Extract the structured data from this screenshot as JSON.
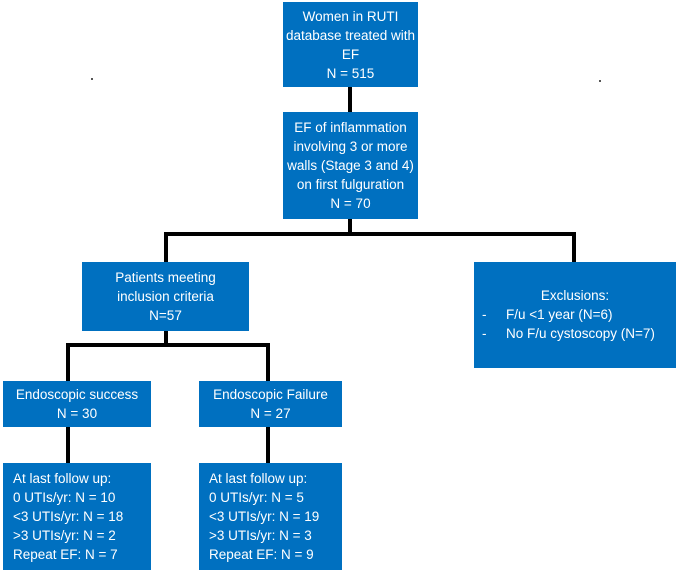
{
  "boxes": {
    "top": {
      "lines": [
        "Women in RUTI",
        "database treated with",
        "EF",
        "N = 515"
      ]
    },
    "stage": {
      "lines": [
        "EF of inflammation",
        "involving 3 or more",
        "walls (Stage 3 and 4)",
        "on first fulguration",
        "N = 70"
      ]
    },
    "inclusion": {
      "lines": [
        "Patients meeting",
        "inclusion criteria",
        "N=57"
      ]
    },
    "exclusions": {
      "title": "Exclusions:",
      "items": [
        "F/u <1 year (N=6)",
        "No F/u cystoscopy (N=7)"
      ]
    },
    "success": {
      "lines": [
        "Endoscopic success",
        "N = 30"
      ]
    },
    "failure": {
      "lines": [
        "Endoscopic Failure",
        "N = 27"
      ]
    },
    "success_followup": {
      "lines": [
        "At last follow up:",
        "0 UTIs/yr: N = 10",
        "<3 UTIs/yr: N = 18",
        ">3 UTIs/yr: N = 2",
        "Repeat EF: N = 7"
      ]
    },
    "failure_followup": {
      "lines": [
        "At last follow up:",
        "0 UTIs/yr: N = 5",
        "<3 UTIs/yr: N = 19",
        ">3 UTIs/yr: N = 3",
        "Repeat EF: N = 9"
      ]
    }
  },
  "colors": {
    "box_fill": "#0070c0",
    "box_text": "#ffffff",
    "connector": "#000000"
  }
}
